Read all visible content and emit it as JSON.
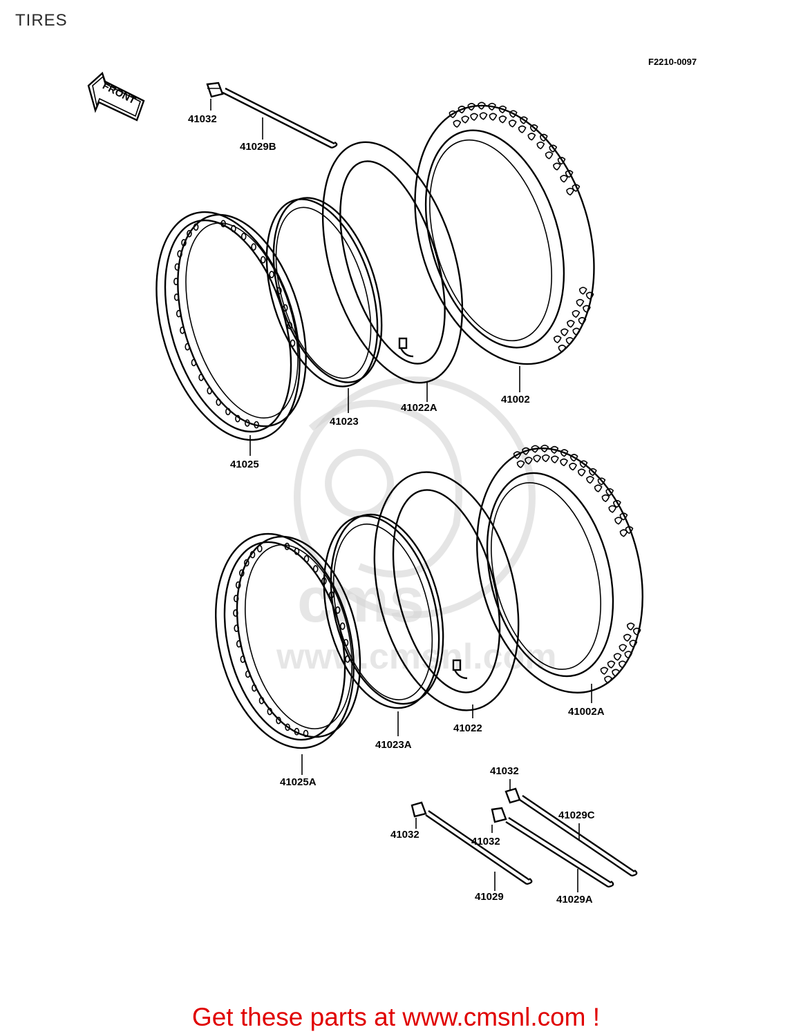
{
  "title": "TIRES",
  "figure_code": "F2210-0097",
  "arrow_label": "FRONT",
  "labels": {
    "valve_cap_top": "41032",
    "spoke_top": "41029B",
    "rim_front": "41025",
    "rim_band_front": "41023",
    "tube_front": "41022A",
    "tire_front": "41002",
    "tire_rear": "41002A",
    "tube_rear": "41022",
    "rim_band_rear": "41023A",
    "rim_rear": "41025A",
    "valve_cap_c": "41032",
    "spoke_c": "41029C",
    "valve_cap_a": "41032",
    "valve_cap_plain": "41032",
    "spoke_plain": "41029",
    "spoke_a": "41029A"
  },
  "watermark": "www.cmsnl.com",
  "footer": "Get these parts at www.cmsnl.com !"
}
